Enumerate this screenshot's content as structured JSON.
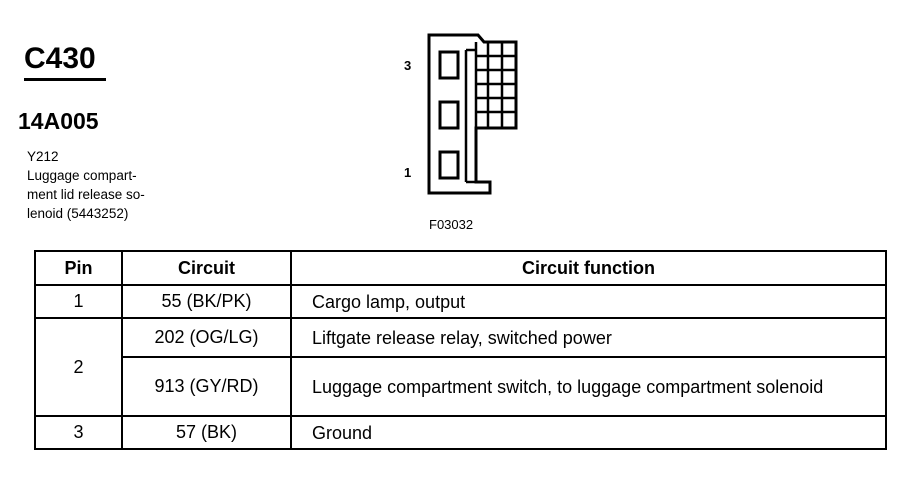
{
  "header": {
    "connector_id": "C430",
    "part_number": "14A005",
    "description": "Y212\nLuggage compart-\nment lid release so-\nlenoid (5443252)"
  },
  "figure": {
    "pin_top_label": "3",
    "pin_bottom_label": "1",
    "figure_id": "F03032"
  },
  "table": {
    "headers": {
      "pin": "Pin",
      "circuit": "Circuit",
      "function": "Circuit function"
    },
    "rows": [
      {
        "pin": "1",
        "circuit": "55 (BK/PK)",
        "function": "Cargo lamp, output"
      },
      {
        "pin": "2",
        "circuit": "202 (OG/LG)",
        "function": "Liftgate release relay, switched power"
      },
      {
        "pin": "",
        "circuit": "913 (GY/RD)",
        "function": "Luggage compartment switch, to luggage compartment solenoid"
      },
      {
        "pin": "3",
        "circuit": "57 (BK)",
        "function": "Ground"
      }
    ]
  }
}
